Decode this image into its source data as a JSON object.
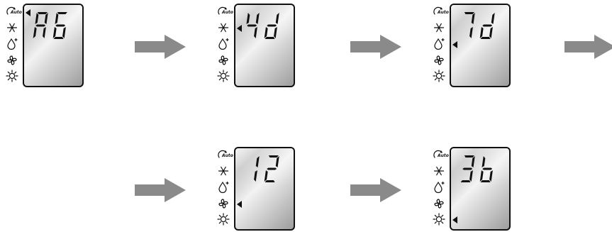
{
  "mode_icons": [
    "auto-icon",
    "snowflake-icon",
    "dry-drop-icon",
    "fan-icon",
    "sun-icon"
  ],
  "auto_label": "Auto",
  "panels": [
    {
      "code": "A6",
      "pointer_mode": "auto-icon"
    },
    {
      "code": "4d",
      "pointer_mode": "snowflake-icon"
    },
    {
      "code": "7d",
      "pointer_mode": "dry-drop-icon"
    },
    {
      "code": "12",
      "pointer_mode": "fan-icon"
    },
    {
      "code": "3b",
      "pointer_mode": "sun-icon"
    }
  ],
  "colors": {
    "arrow": "#8a8a8a",
    "outline": "#111111"
  }
}
